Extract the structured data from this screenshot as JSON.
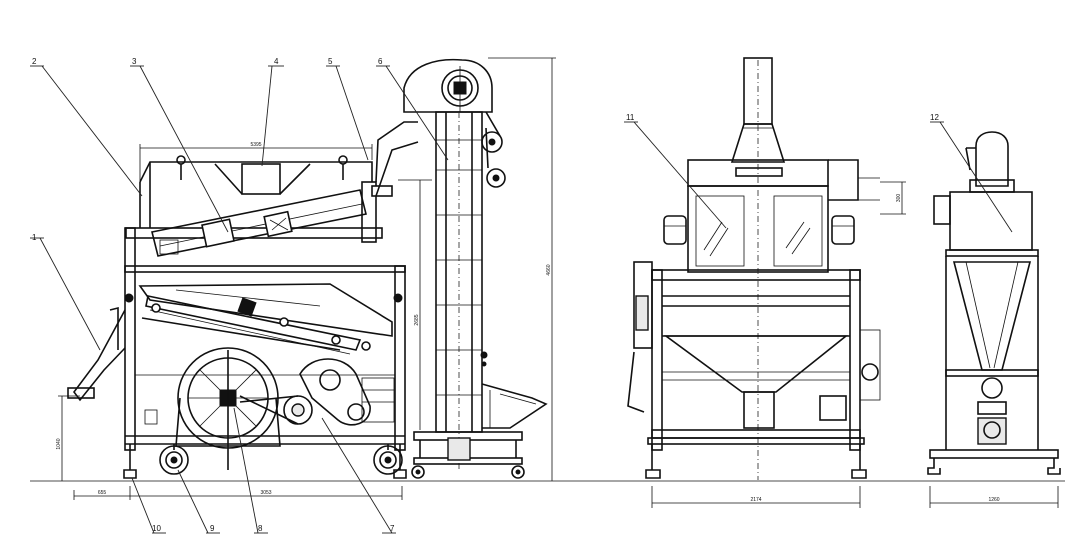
{
  "callouts": [
    "1",
    "2",
    "3",
    "4",
    "5",
    "6",
    "7",
    "8",
    "9",
    "10",
    "11",
    "12"
  ],
  "dimensions": {
    "top_width": "5395",
    "overall_height": "4660",
    "elevator_height": "2685",
    "outlet_height": "1040",
    "base_left": "655",
    "base_main": "3053",
    "hopper_offset": "300",
    "side_width": "2174",
    "cyclone_width": "1260"
  }
}
